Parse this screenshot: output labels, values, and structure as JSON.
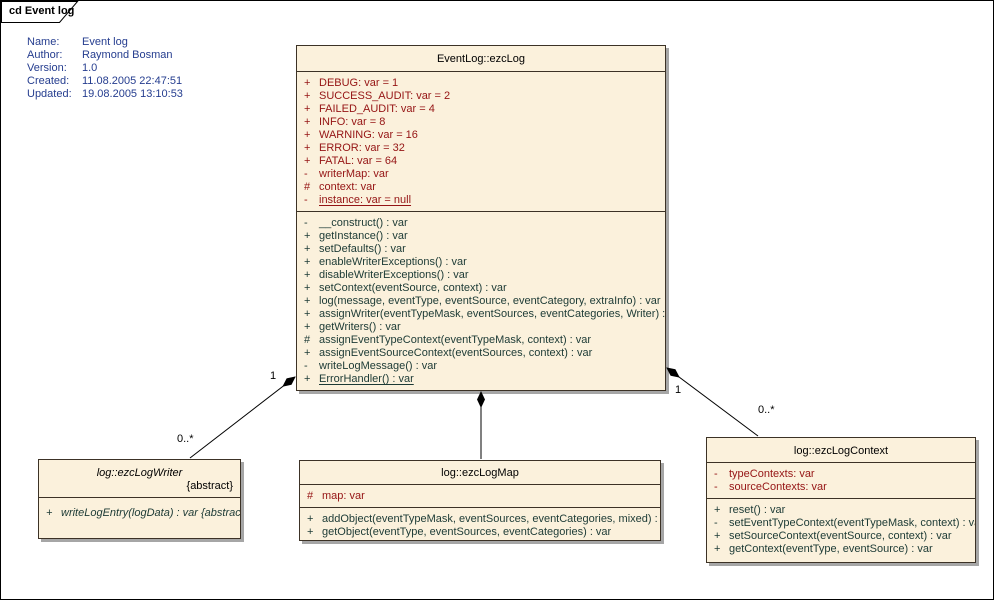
{
  "frame": {
    "label": "cd Event log"
  },
  "metadata": {
    "rows": [
      {
        "label": "Name:",
        "value": "Event log"
      },
      {
        "label": "Author:",
        "value": "Raymond Bosman"
      },
      {
        "label": "Version:",
        "value": "1.0"
      },
      {
        "label": "Created:",
        "value": "11.08.2005 22:47:51"
      },
      {
        "label": "Updated:",
        "value": "19.08.2005 13:10:53"
      }
    ]
  },
  "colors": {
    "box_fill": "#FBF1DC",
    "box_border": "#3C3226",
    "box_shadow": "#A6A6A6",
    "attribute_text": "#951414",
    "method_text": "#1C3A35",
    "metadata_text": "#253D8F"
  },
  "classes": {
    "ezclog": {
      "title": "EventLog::ezcLog",
      "attributes": [
        {
          "vis": "+",
          "text": "DEBUG:  var = 1"
        },
        {
          "vis": "+",
          "text": "SUCCESS_AUDIT:  var = 2"
        },
        {
          "vis": "+",
          "text": "FAILED_AUDIT:  var = 4"
        },
        {
          "vis": "+",
          "text": "INFO:  var = 8"
        },
        {
          "vis": "+",
          "text": "WARNING:  var = 16"
        },
        {
          "vis": "+",
          "text": "ERROR:  var = 32"
        },
        {
          "vis": "+",
          "text": "FATAL:  var = 64"
        },
        {
          "vis": "-",
          "text": "writerMap:  var"
        },
        {
          "vis": "#",
          "text": "context:  var"
        },
        {
          "vis": "-",
          "text": "instance:  var = null"
        }
      ],
      "methods": [
        {
          "vis": "-",
          "text": "__construct() : var"
        },
        {
          "vis": "+",
          "text": "getInstance() : var"
        },
        {
          "vis": "+",
          "text": "setDefaults() : var"
        },
        {
          "vis": "+",
          "text": "enableWriterExceptions() : var"
        },
        {
          "vis": "+",
          "text": "disableWriterExceptions() : var"
        },
        {
          "vis": "+",
          "text": "setContext(eventSource, context) : var"
        },
        {
          "vis": "+",
          "text": "log(message, eventType, eventSource, eventCategory, extraInfo) : var"
        },
        {
          "vis": "+",
          "text": "assignWriter(eventTypeMask, eventSources, eventCategories, Writer) : var"
        },
        {
          "vis": "+",
          "text": "getWriters() : var"
        },
        {
          "vis": "#",
          "text": "assignEventTypeContext(eventTypeMask, context) : var"
        },
        {
          "vis": "+",
          "text": "assignEventSourceContext(eventSources, context) : var"
        },
        {
          "vis": "-",
          "text": "writeLogMessage() : var"
        },
        {
          "vis": "+",
          "text": "ErrorHandler() : var"
        }
      ]
    },
    "writer": {
      "title": "log::ezcLogWriter",
      "stereotype": "{abstract}",
      "methods": [
        {
          "vis": "+",
          "text": "writeLogEntry(logData) : var {abstract}"
        }
      ]
    },
    "map": {
      "title": "log::ezcLogMap",
      "attributes": [
        {
          "vis": "#",
          "text": "map:  var"
        }
      ],
      "methods": [
        {
          "vis": "+",
          "text": "addObject(eventTypeMask, eventSources, eventCategories, mixed) : var"
        },
        {
          "vis": "+",
          "text": "getObject(eventType, eventSources, eventCategories) : var"
        }
      ]
    },
    "context": {
      "title": "log::ezcLogContext",
      "attributes": [
        {
          "vis": "-",
          "text": "typeContexts:  var"
        },
        {
          "vis": "-",
          "text": "sourceContexts:  var"
        }
      ],
      "methods": [
        {
          "vis": "+",
          "text": "reset() : var"
        },
        {
          "vis": "-",
          "text": "setEventTypeContext(eventTypeMask, context) : var"
        },
        {
          "vis": "+",
          "text": "setSourceContext(eventSource, context) : var"
        },
        {
          "vis": "+",
          "text": "getContext(eventType, eventSource) : var"
        }
      ]
    }
  },
  "connectors": [
    {
      "type": "composition",
      "from": "EventLog::ezcLog",
      "to": "log::ezcLogWriter",
      "source_multiplicity": "1",
      "target_multiplicity": "0..*"
    },
    {
      "type": "composition",
      "from": "EventLog::ezcLog",
      "to": "log::ezcLogMap"
    },
    {
      "type": "composition",
      "from": "EventLog::ezcLog",
      "to": "log::ezcLogContext",
      "source_multiplicity": "1",
      "target_multiplicity": "0..*"
    }
  ]
}
